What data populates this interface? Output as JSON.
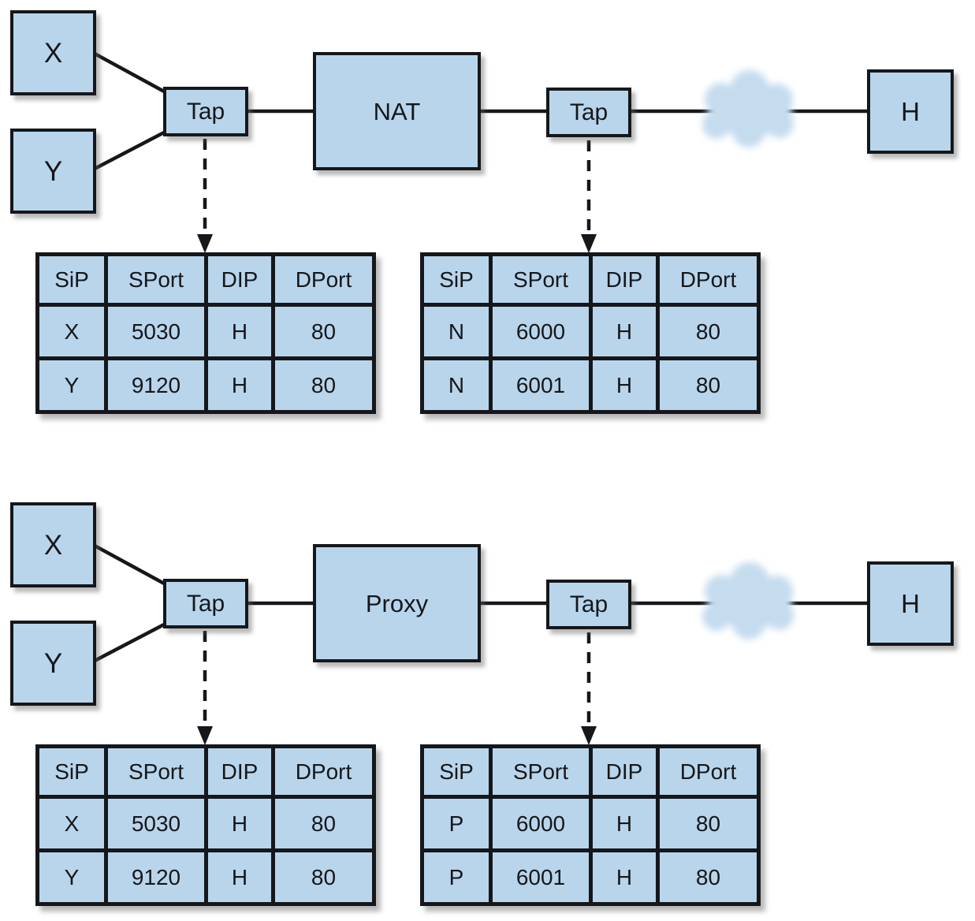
{
  "colors": {
    "box_fill": "#b9d5eb",
    "stroke": "#15171b",
    "cloud_fill": "#c5dcef",
    "background": "#ffffff"
  },
  "diagrams": [
    {
      "nodes": {
        "left_top": "X",
        "left_bottom": "Y",
        "tap_left": "Tap",
        "middle": "NAT",
        "tap_right": "Tap",
        "host": "H"
      },
      "tables": [
        {
          "headers": [
            "SiP",
            "SPort",
            "DIP",
            "DPort"
          ],
          "rows": [
            [
              "X",
              "5030",
              "H",
              "80"
            ],
            [
              "Y",
              "9120",
              "H",
              "80"
            ]
          ]
        },
        {
          "headers": [
            "SiP",
            "SPort",
            "DIP",
            "DPort"
          ],
          "rows": [
            [
              "N",
              "6000",
              "H",
              "80"
            ],
            [
              "N",
              "6001",
              "H",
              "80"
            ]
          ]
        }
      ]
    },
    {
      "nodes": {
        "left_top": "X",
        "left_bottom": "Y",
        "tap_left": "Tap",
        "middle": "Proxy",
        "tap_right": "Tap",
        "host": "H"
      },
      "tables": [
        {
          "headers": [
            "SiP",
            "SPort",
            "DIP",
            "DPort"
          ],
          "rows": [
            [
              "X",
              "5030",
              "H",
              "80"
            ],
            [
              "Y",
              "9120",
              "H",
              "80"
            ]
          ]
        },
        {
          "headers": [
            "SiP",
            "SPort",
            "DIP",
            "DPort"
          ],
          "rows": [
            [
              "P",
              "6000",
              "H",
              "80"
            ],
            [
              "P",
              "6001",
              "H",
              "80"
            ]
          ]
        }
      ]
    }
  ]
}
